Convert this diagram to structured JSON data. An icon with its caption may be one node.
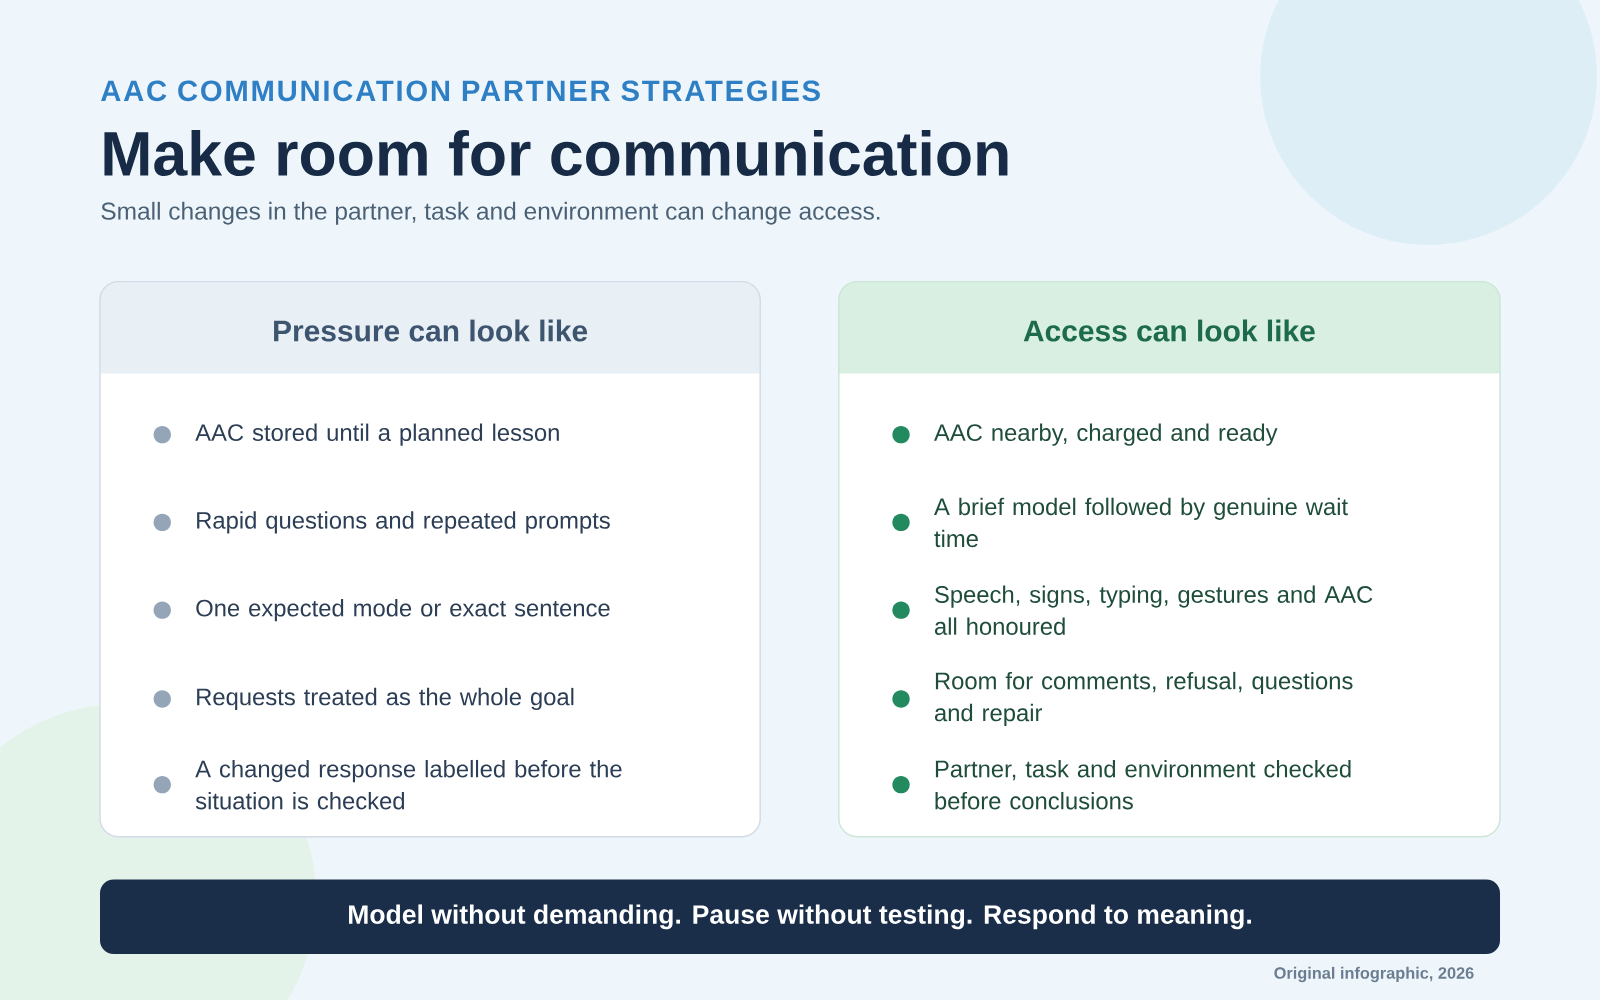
{
  "diagram": {
    "title": "Make room for communication",
    "nodes": [
      {
        "text": [
          "Pressure can look like",
          "AAC stored until a planned lesson",
          "Rapid questions and repeated prompts",
          "One expected mode or exact sentence",
          "Requests treated as the whole goal",
          "A changed response labelled before the situation is checked"
        ]
      },
      {
        "text": [
          "Access can look like",
          "AAC nearby, charged and ready",
          "A brief model followed by genuine wait time",
          "Speech, signs, typing, gestures and AAC all honoured",
          "Room for comments, refusal, questions and repair",
          "Partner, task and environment checked before conclusions"
        ]
      },
      {
        "text": [
          "Model without demanding. Pause without testing. Respond to meaning."
        ]
      }
    ],
    "labels": [
      "AAC COMMUNICATION PARTNER STRATEGIES",
      "Small changes in the partner, task and environment can change access.",
      "Original infographic, 2026"
    ]
  }
}
